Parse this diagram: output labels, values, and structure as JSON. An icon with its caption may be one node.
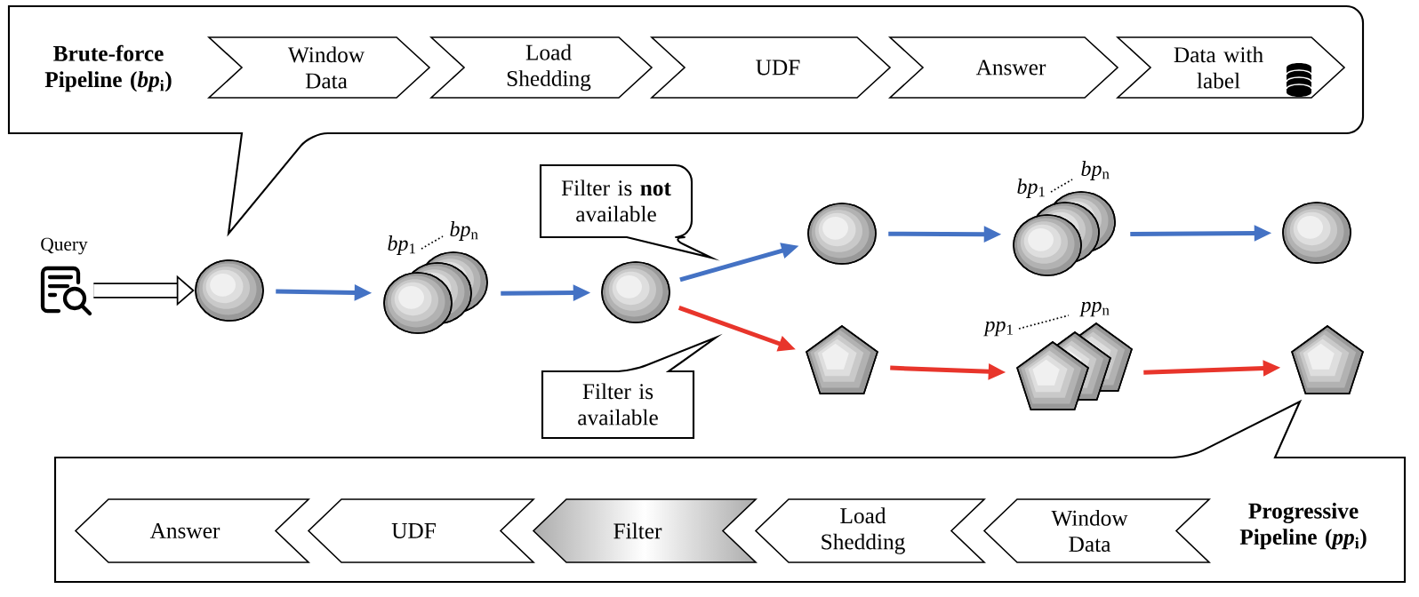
{
  "diagram": {
    "nodes": [
      {
        "text": [
          "Brute-force Pipeline (*bp*$_{i}$)"
        ]
      },
      {
        "text": [
          "Window Data"
        ],
        "in": 0
      },
      {
        "text": [
          "Load Shedding"
        ],
        "in": 0
      },
      {
        "text": [
          "UDF"
        ],
        "in": 0
      },
      {
        "text": [
          "Answer"
        ],
        "in": 0
      },
      {
        "text": [
          "Data with label"
        ],
        "in": 0
      },
      {
        "text": [
          "Query"
        ]
      },
      {
        "text": [],
        "shape": "circle"
      },
      {
        "text": [],
        "shape": "circle",
        "beside": [
          "*bp*$_{1}$",
          "*bp*$_{n}$"
        ]
      },
      {
        "text": [],
        "shape": "circle"
      },
      {
        "text": [
          "Filter is **not** available"
        ]
      },
      {
        "text": [
          "Filter is available"
        ]
      },
      {
        "text": [],
        "shape": "circle"
      },
      {
        "text": [],
        "shape": "circle",
        "beside": [
          "*bp*$_{1}$",
          "*bp*$_{n}$"
        ]
      },
      {
        "text": [],
        "shape": "circle"
      },
      {
        "text": [],
        "shape": "pentagon"
      },
      {
        "text": [],
        "shape": "pentagon",
        "beside": [
          "*pp*$_{1}$",
          "*pp*$_{n}$"
        ]
      },
      {
        "text": [],
        "shape": "pentagon"
      },
      {
        "text": [
          "Progressive Pipeline (*pp*$_{i}$)"
        ]
      },
      {
        "text": [
          "Answer"
        ],
        "in": 18
      },
      {
        "text": [
          "UDF"
        ],
        "in": 18
      },
      {
        "text": [
          "Filter"
        ],
        "in": 18
      },
      {
        "text": [
          "Load Shedding"
        ],
        "in": 18
      },
      {
        "text": [
          "Window Data"
        ],
        "in": 18
      }
    ],
    "edges": [
      {
        "from": 6,
        "to": 7,
        "arrow": "to",
        "style": "thick",
        "color": "#000000"
      },
      {
        "from": 7,
        "to": 8,
        "arrow": "to",
        "color": "#4472c4"
      },
      {
        "from": 8,
        "to": 9,
        "arrow": "to",
        "color": "#4472c4"
      },
      {
        "from": 9,
        "to": 12,
        "arrow": "to",
        "color": "#4472c4"
      },
      {
        "from": 12,
        "to": 13,
        "arrow": "to",
        "color": "#4472c4"
      },
      {
        "from": 13,
        "to": 14,
        "arrow": "to",
        "color": "#4472c4"
      },
      {
        "from": 9,
        "to": 15,
        "arrow": "to",
        "color": "#e8352b"
      },
      {
        "from": 15,
        "to": 16,
        "arrow": "to",
        "color": "#e8352b"
      },
      {
        "from": 16,
        "to": 17,
        "arrow": "to",
        "color": "#e8352b"
      }
    ]
  }
}
